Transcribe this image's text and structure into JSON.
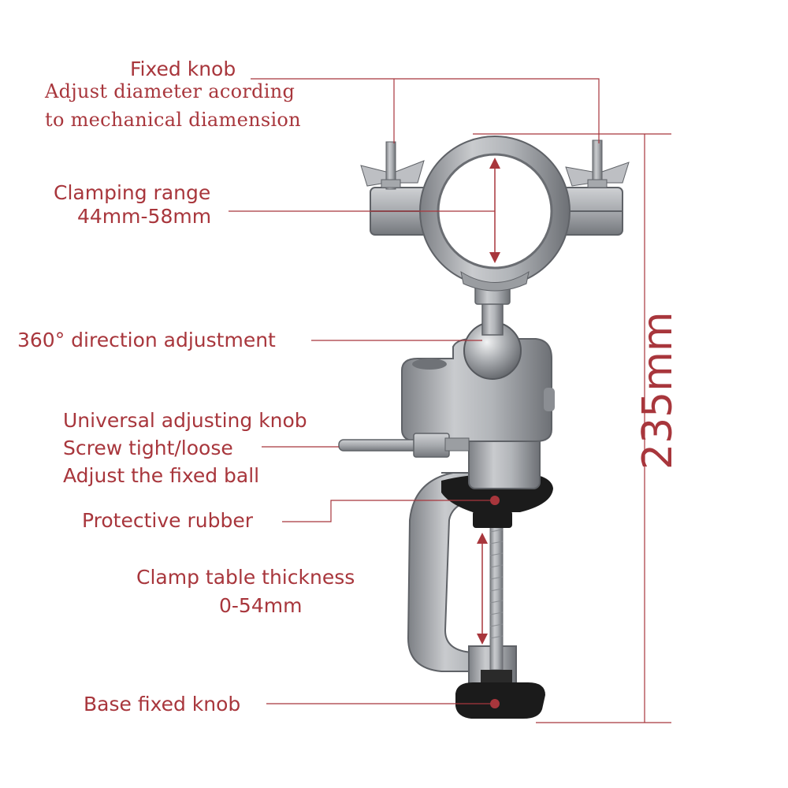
{
  "labels": {
    "fixed_knob": "Fixed knob",
    "fixed_knob_note_1": "Adjust diameter acording",
    "fixed_knob_note_2": "to mechanical diamension",
    "clamping_range_1": "Clamping range",
    "clamping_range_2": "44mm-58mm",
    "direction": "360° direction adjustment",
    "universal_1": "Universal adjusting knob",
    "universal_2": "Screw tight/loose",
    "universal_3": "Adjust the fixed ball",
    "protective_rubber": "Protective rubber",
    "clamp_thickness_1": "Clamp table thickness",
    "clamp_thickness_2": "0-54mm",
    "base_knob": "Base fixed knob",
    "height": "235mm"
  },
  "colors": {
    "annotation": "#a8363c",
    "metal": "#a9acb0",
    "rubber": "#1b1b1b"
  }
}
